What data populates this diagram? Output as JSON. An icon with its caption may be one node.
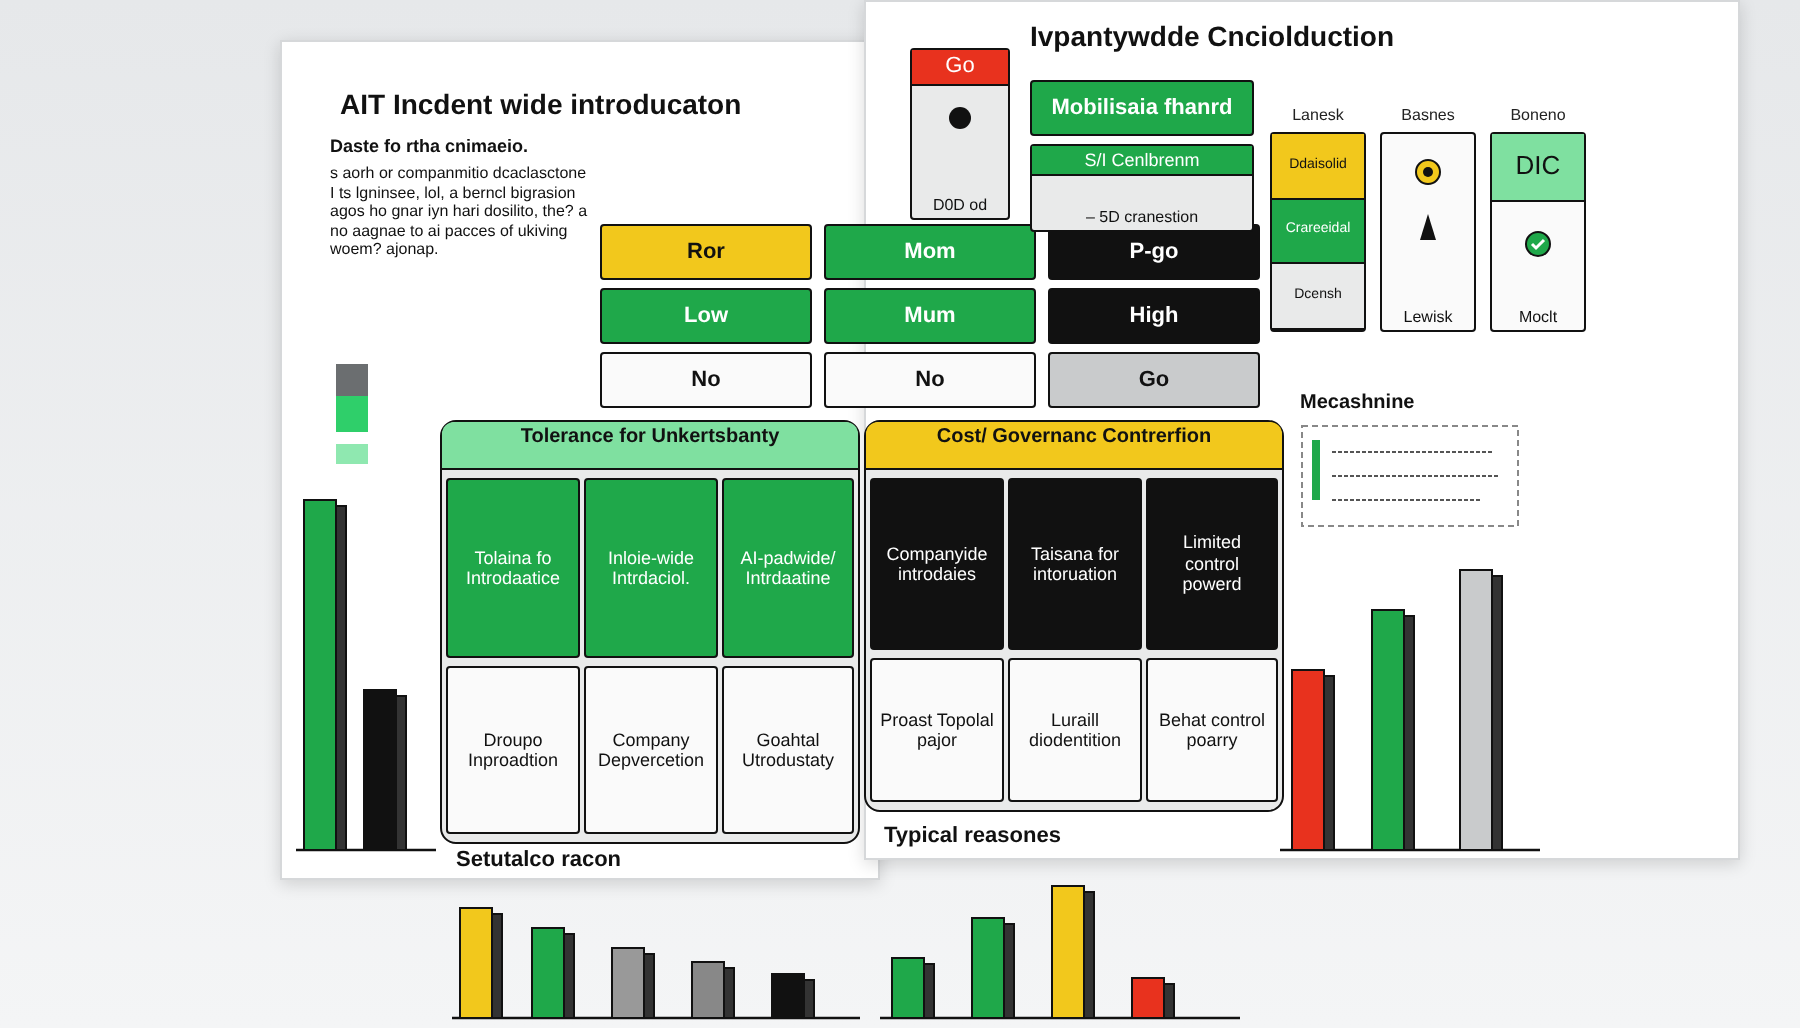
{
  "diagram": {
    "title": "AIT Incdent wide introducaton",
    "nodes": [
      {
        "text": [
          "Ror"
        ]
      },
      {
        "text": [
          "Mom"
        ]
      },
      {
        "text": [
          "Mum"
        ]
      },
      {
        "text": [
          "P-go"
        ]
      },
      {
        "text": [
          "Low"
        ]
      },
      {
        "text": [
          "No"
        ]
      },
      {
        "text": [
          "No"
        ]
      },
      {
        "text": [
          "Go"
        ]
      },
      {
        "text": [
          "High"
        ]
      },
      {
        "text": [
          "Tolerance for Unkertsbanty"
        ]
      },
      {
        "text": [
          "Tolaina fo Introdaatice"
        ],
        "in": 9
      },
      {
        "text": [
          "Inloie-wide Intrdaciol."
        ],
        "in": 9
      },
      {
        "text": [
          "AI-padwide/ Intrdaatine"
        ],
        "in": 9
      },
      {
        "text": [
          "Droupo Inproadtion"
        ],
        "in": 9
      },
      {
        "text": [
          "Company Depvercetion"
        ],
        "in": 9
      },
      {
        "text": [
          "Goahtal Utrodustaty"
        ],
        "in": 9
      },
      {
        "text": [
          "Cost/ Governanc Contrerfion"
        ]
      },
      {
        "text": [
          "Companyide introdaies"
        ],
        "in": 16
      },
      {
        "text": [
          "Taisana for intoruation"
        ],
        "in": 16
      },
      {
        "text": [
          "Limited control powerd"
        ],
        "in": 16
      },
      {
        "text": [
          "Proast Topolal pajor"
        ],
        "in": 16
      },
      {
        "text": [
          "Luraill diodentition"
        ],
        "in": 16
      },
      {
        "text": [
          "Behat control poarry"
        ],
        "in": 16
      },
      {
        "text": [
          "Go",
          "D0D od"
        ]
      },
      {
        "text": [
          "Mobilisaia fhanrd"
        ]
      },
      {
        "text": [
          "S/I Cenlbrenm",
          "– 5D cranestion"
        ]
      },
      {
        "text": [
          "Ddaisolid",
          "Crareeidal",
          "Dcensh"
        ],
        "beside": [
          "Lanesk"
        ]
      },
      {
        "text": [
          "Lewisk"
        ],
        "beside": [
          "Basnes"
        ]
      },
      {
        "text": [
          "DIC",
          "Moclt"
        ],
        "beside": [
          "Boneno"
        ]
      }
    ],
    "labels": [
      "Daste fo rtha cnimaeio.",
      "s aorh or companmitio dcaclasctone I ts lgninsee, lol, a berncl bigrasion agos ho gnar iyn hari dosilito, the? a no aagnae to ai pacces of ukiving woem? ajonap.",
      "Ivpantywdde Cnciolduction",
      "Setutalco racon",
      "Typical reasones",
      "Mecashnine"
    ]
  }
}
